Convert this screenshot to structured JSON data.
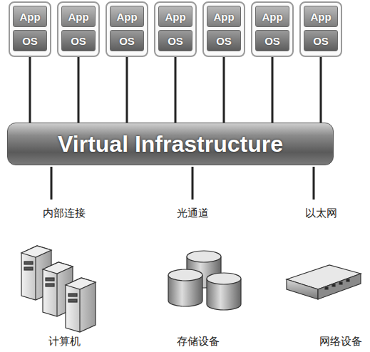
{
  "diagram": {
    "nodes": [
      {
        "text": []
      },
      {
        "text": [
          "App"
        ],
        "in": 0
      },
      {
        "text": [
          "OS"
        ],
        "in": 0
      },
      {
        "text": []
      },
      {
        "text": [
          "App"
        ],
        "in": 3
      },
      {
        "text": [
          "OS"
        ],
        "in": 3
      },
      {
        "text": []
      },
      {
        "text": [
          "App"
        ],
        "in": 6
      },
      {
        "text": [
          "OS"
        ],
        "in": 6
      },
      {
        "text": []
      },
      {
        "text": [
          "App"
        ],
        "in": 9
      },
      {
        "text": [
          "OS"
        ],
        "in": 9
      },
      {
        "text": []
      },
      {
        "text": [
          "App"
        ],
        "in": 12
      },
      {
        "text": [
          "OS"
        ],
        "in": 12
      },
      {
        "text": []
      },
      {
        "text": [
          "App"
        ],
        "in": 15
      },
      {
        "text": [
          "OS"
        ],
        "in": 15
      },
      {
        "text": []
      },
      {
        "text": [
          "App"
        ],
        "in": 18
      },
      {
        "text": [
          "OS"
        ],
        "in": 18
      },
      {
        "text": [
          "Virtual Infrastructure"
        ]
      }
    ],
    "edges": [
      {
        "from": 0,
        "to": 21,
        "arrow": "none"
      },
      {
        "from": 3,
        "to": 21,
        "arrow": "none"
      },
      {
        "from": 6,
        "to": 21,
        "arrow": "none"
      },
      {
        "from": 9,
        "to": 21,
        "arrow": "none"
      },
      {
        "from": 12,
        "to": 21,
        "arrow": "none"
      },
      {
        "from": 15,
        "to": 21,
        "arrow": "none"
      },
      {
        "from": 18,
        "to": 21,
        "arrow": "none"
      }
    ],
    "labels": [
      "内部连接",
      "光通道",
      "以太网",
      "计算机",
      "存储设备",
      "网络设备"
    ]
  }
}
